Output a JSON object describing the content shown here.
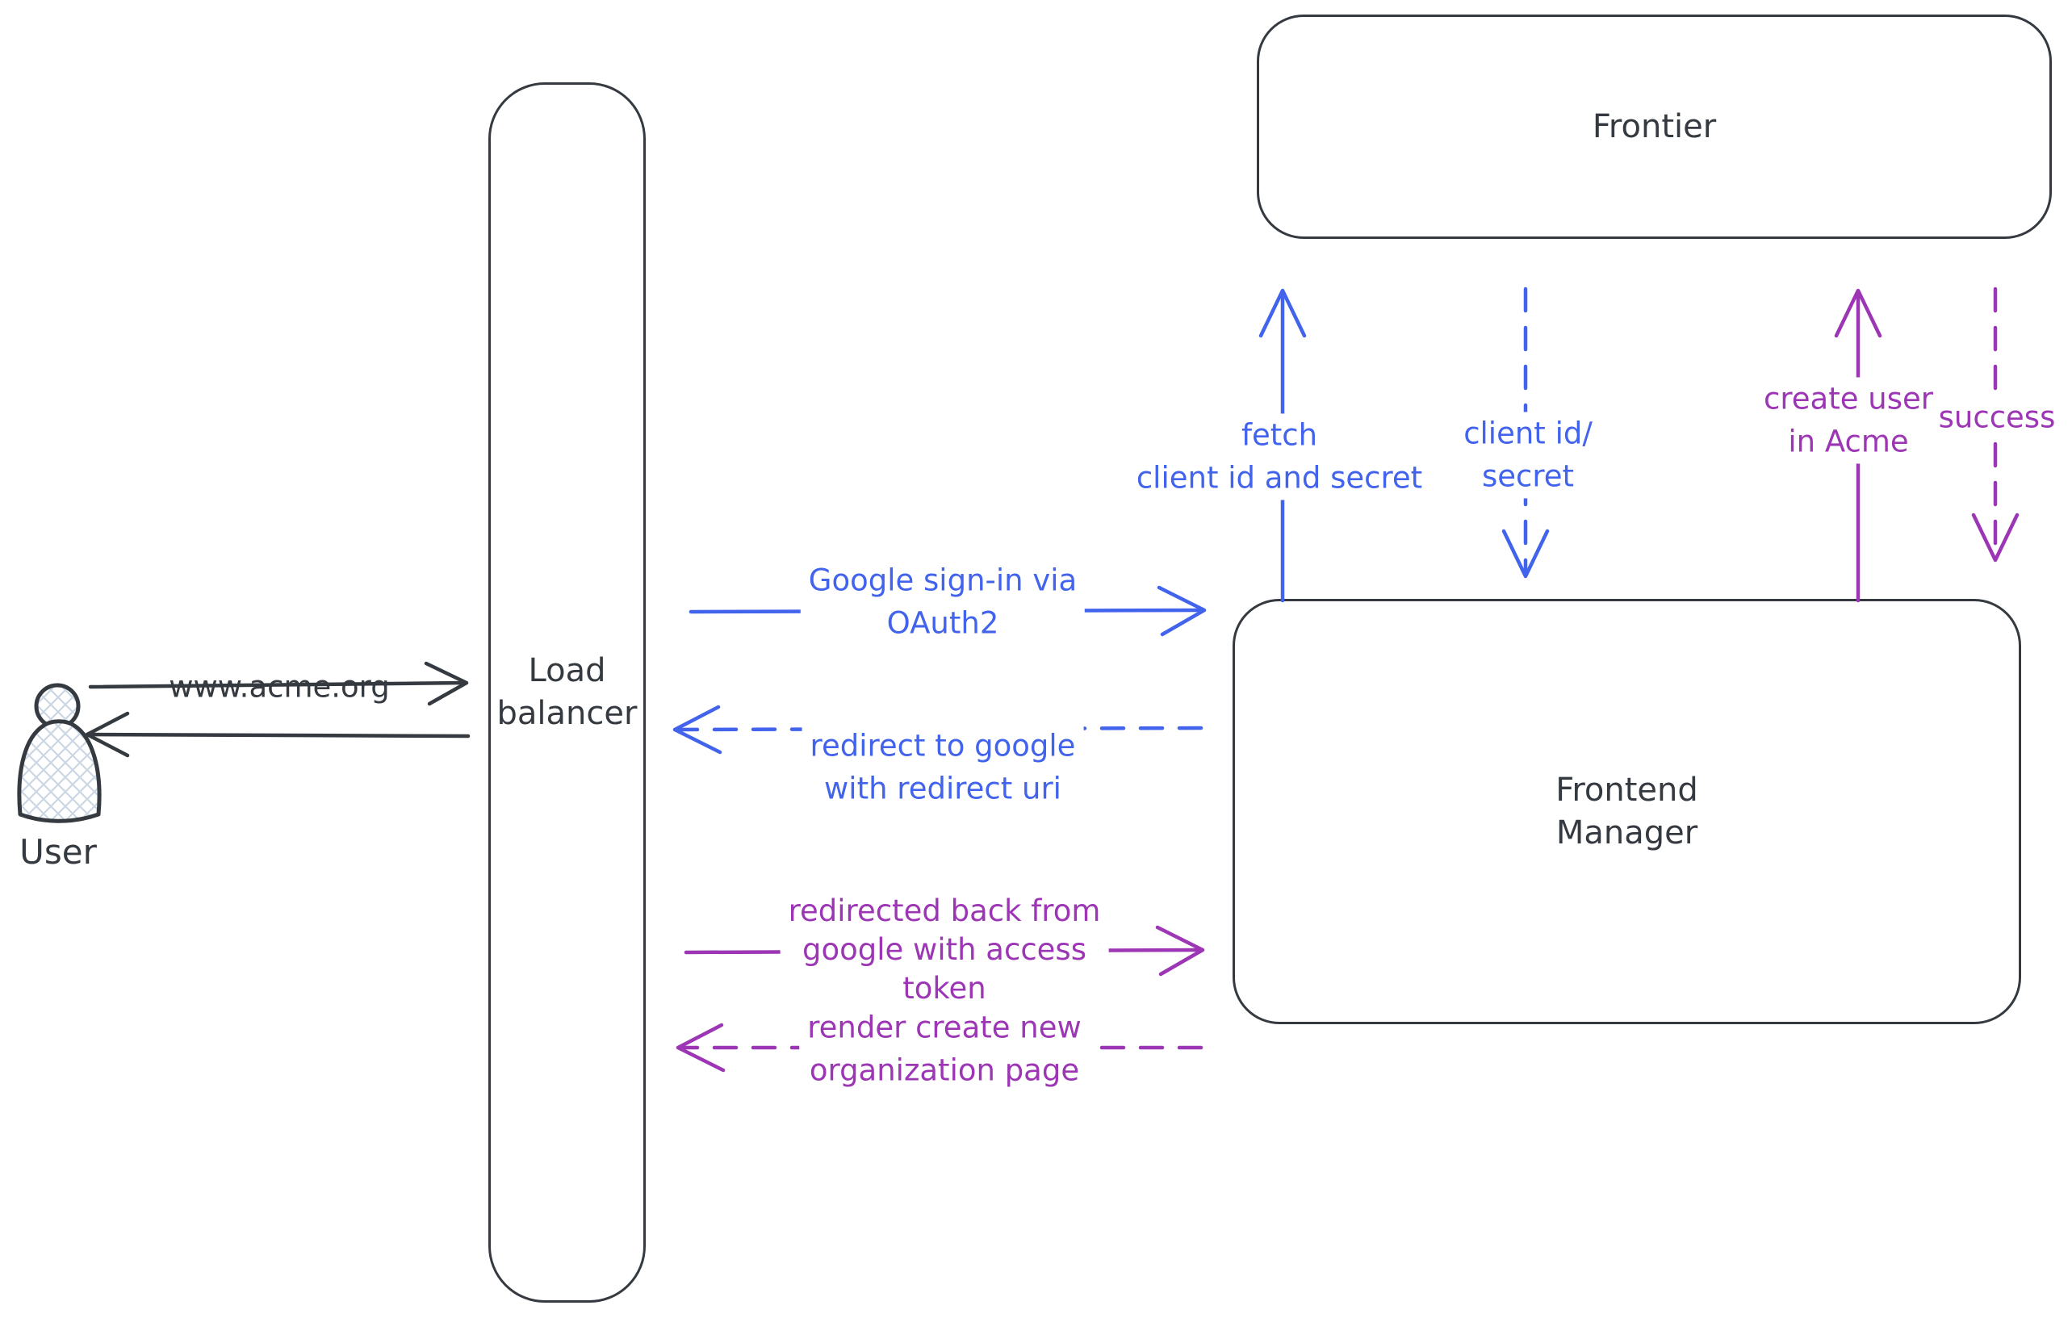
{
  "colors": {
    "background": "#ffffff",
    "dark": "#343a40",
    "blue": "#4263eb",
    "purple": "#9c36b5",
    "hatch": "#ccd7e4"
  },
  "user": {
    "label": "User"
  },
  "boxes": {
    "load_balancer": {
      "line1": "Load",
      "line2": "balancer"
    },
    "frontier": {
      "label": "Frontier"
    },
    "frontend_manager": {
      "line1": "Frontend",
      "line2": "Manager"
    }
  },
  "edges": {
    "www_acme": {
      "label": "www.acme.org",
      "style": "solid",
      "color": "dark",
      "direction": "right"
    },
    "return_to_user": {
      "style": "solid",
      "color": "dark",
      "direction": "left"
    },
    "google_signin": {
      "line1": "Google sign-in via",
      "line2": "OAuth2",
      "style": "solid",
      "color": "blue",
      "direction": "right"
    },
    "redirect_to_google": {
      "line1": "redirect to google",
      "line2": "with redirect uri",
      "style": "dashed",
      "color": "blue",
      "direction": "left"
    },
    "fetch_client": {
      "line1": "fetch",
      "line2": "client id and secret",
      "style": "solid",
      "color": "blue",
      "direction": "up"
    },
    "client_id_secret": {
      "line1": "client id/",
      "line2": "secret",
      "style": "dashed",
      "color": "blue",
      "direction": "down"
    },
    "redirected_back": {
      "line1": "redirected back from",
      "line2": "google with access",
      "line3": "token",
      "style": "solid",
      "color": "purple",
      "direction": "right"
    },
    "render_org_page": {
      "line1": "render create new",
      "line2": "organization page",
      "style": "dashed",
      "color": "purple",
      "direction": "left"
    },
    "create_user": {
      "line1": "create user",
      "line2": "in Acme",
      "style": "solid",
      "color": "purple",
      "direction": "up"
    },
    "success": {
      "label": "success",
      "style": "dashed",
      "color": "purple",
      "direction": "down"
    }
  }
}
